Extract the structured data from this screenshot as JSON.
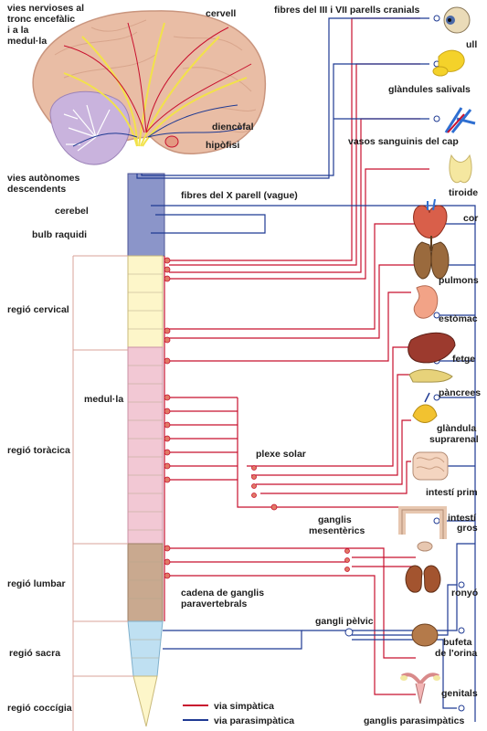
{
  "colors": {
    "sympathetic": "#c8102e",
    "parasympathetic": "#1f3a93",
    "brain": "#e8b9a0",
    "cervical": "#fdf6c9",
    "thoracic": "#f2c8d4",
    "lumbar": "#c9a98f",
    "sacral": "#bfe0f2",
    "region_lines": "#d9a39a"
  },
  "labels": {
    "cranial_paths": "vies nervioses al",
    "cranial_paths_2": "tronc encefàlic",
    "cranial_paths_3": "i a la",
    "cranial_paths_4": "medul·la",
    "cerebrum": "cervell",
    "cranial_nerves": "fibres del III i VII parells cranials",
    "diencephalon": "diencèfal",
    "pituitary": "hipòfisi",
    "autonomic_paths": "vies autònomes",
    "autonomic_paths_2": "descendents",
    "cerebellum": "cerebel",
    "medulla_oblongata": "bulb raquidi",
    "vagus": "fibres del X parell (vague)",
    "spinal_cord": "medul·la",
    "solar_plexus": "plexe solar",
    "mesenteric_ganglia": "ganglis",
    "mesenteric_ganglia_2": "mesentèrics",
    "paravertebral_chain": "cadena de ganglis",
    "paravertebral_chain_2": "paravertebrals",
    "pelvic_ganglion": "gangli pèlvic",
    "parasympathetic_ganglia": "ganglis parasimpàtics"
  },
  "regions": [
    {
      "id": "cervical",
      "label": "regió cervical"
    },
    {
      "id": "thoracic",
      "label": "regió toràcica"
    },
    {
      "id": "lumbar",
      "label": "regió lumbar"
    },
    {
      "id": "sacral",
      "label": "regió sacra"
    },
    {
      "id": "coccygeal",
      "label": "regió coccígia"
    }
  ],
  "organs": [
    {
      "id": "eye",
      "label": "ull",
      "icon": "eye-icon"
    },
    {
      "id": "salivary",
      "label": "glàndules salivals",
      "icon": "salivary-gland-icon"
    },
    {
      "id": "head-vessels",
      "label": "vasos sanguinis del cap",
      "icon": "blood-vessels-icon"
    },
    {
      "id": "thyroid",
      "label": "tiroide",
      "icon": "thyroid-icon"
    },
    {
      "id": "heart",
      "label": "cor",
      "icon": "heart-icon"
    },
    {
      "id": "lungs",
      "label": "pulmons",
      "icon": "lungs-icon"
    },
    {
      "id": "stomach",
      "label": "estòmac",
      "icon": "stomach-icon"
    },
    {
      "id": "liver",
      "label": "fetge",
      "icon": "liver-icon"
    },
    {
      "id": "pancreas",
      "label": "pàncrees",
      "icon": "pancreas-icon"
    },
    {
      "id": "adrenal",
      "label": "glàndula",
      "label_2": "suprarenal",
      "icon": "adrenal-gland-icon"
    },
    {
      "id": "small-intestine",
      "label": "intestí prim",
      "icon": "small-intestine-icon"
    },
    {
      "id": "large-intestine",
      "label": "intestí",
      "label_2": "gros",
      "icon": "large-intestine-icon"
    },
    {
      "id": "kidney",
      "label": "ronyó",
      "icon": "kidney-icon"
    },
    {
      "id": "bladder",
      "label": "bufeta",
      "label_2": "de l'orina",
      "icon": "bladder-icon"
    },
    {
      "id": "genitals",
      "label": "genitals",
      "icon": "genitals-icon"
    }
  ],
  "legend": [
    {
      "id": "sympathetic",
      "label": "via simpàtica",
      "color": "#c8102e"
    },
    {
      "id": "parasympathetic",
      "label": "via parasimpàtica",
      "color": "#1f3a93"
    }
  ]
}
